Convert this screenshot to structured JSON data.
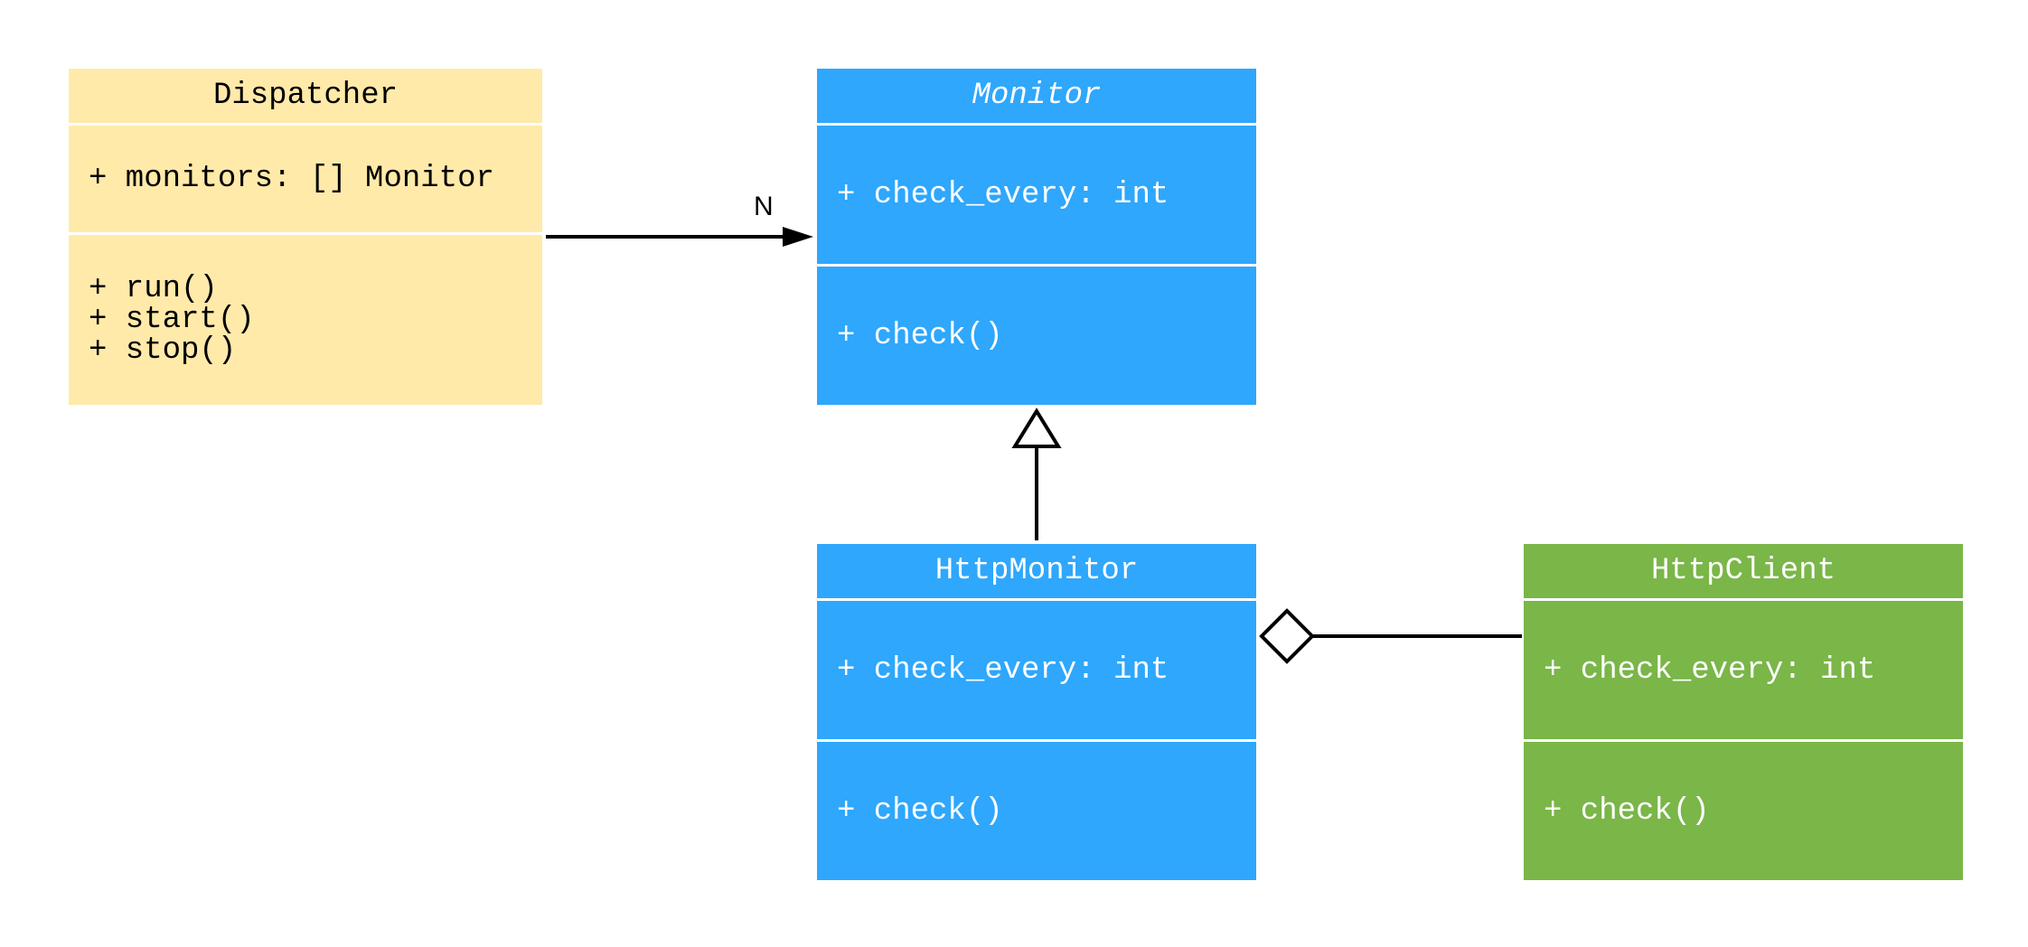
{
  "colors": {
    "dispatcher_fill": "#ffeaaa",
    "monitor_fill": "#2ea7fd",
    "httpclient_fill": "#7ab648",
    "divider": "#ffffff",
    "connector": "#000000"
  },
  "classes": {
    "dispatcher": {
      "name": "Dispatcher",
      "attributes": [
        "+ monitors: [] Monitor"
      ],
      "operations": [
        "+ run()",
        "+ start()",
        "+ stop()"
      ]
    },
    "monitor": {
      "name": "Monitor",
      "abstract": true,
      "attributes": [
        "+ check_every: int"
      ],
      "operations": [
        "+ check()"
      ]
    },
    "httpmonitor": {
      "name": "HttpMonitor",
      "attributes": [
        "+ check_every: int"
      ],
      "operations": [
        "+ check()"
      ]
    },
    "httpclient": {
      "name": "HttpClient",
      "attributes": [
        "+ check_every: int"
      ],
      "operations": [
        "+ check()"
      ]
    }
  },
  "relations": {
    "dispatcher_to_monitor": {
      "type": "association",
      "multiplicity": "N"
    },
    "httpmonitor_to_monitor": {
      "type": "generalization"
    },
    "httpclient_to_httpmonitor": {
      "type": "aggregation"
    }
  }
}
